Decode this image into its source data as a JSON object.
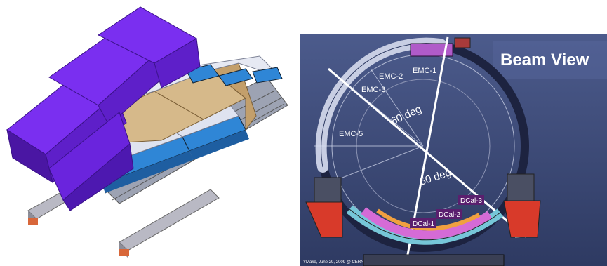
{
  "right_panel": {
    "title": "Beam View",
    "emc_labels": [
      "EMC-1",
      "EMC-2",
      "EMC-3",
      "EMC-5"
    ],
    "angle_upper": "60 deg",
    "angle_lower": "60 deg",
    "dcal_labels": [
      "DCal-1",
      "DCal-2",
      "DCal-3"
    ],
    "credit": "YMake, June 29, 2009 @ CERN"
  },
  "colors": {
    "purple_module": "#7a2ff0",
    "tan_module": "#d6b98a",
    "blue_module": "#2f86d6",
    "background_panel": "#3d4c78",
    "red_support": "#d83a2a",
    "dcal_label_bg": "#5a1f6e"
  }
}
